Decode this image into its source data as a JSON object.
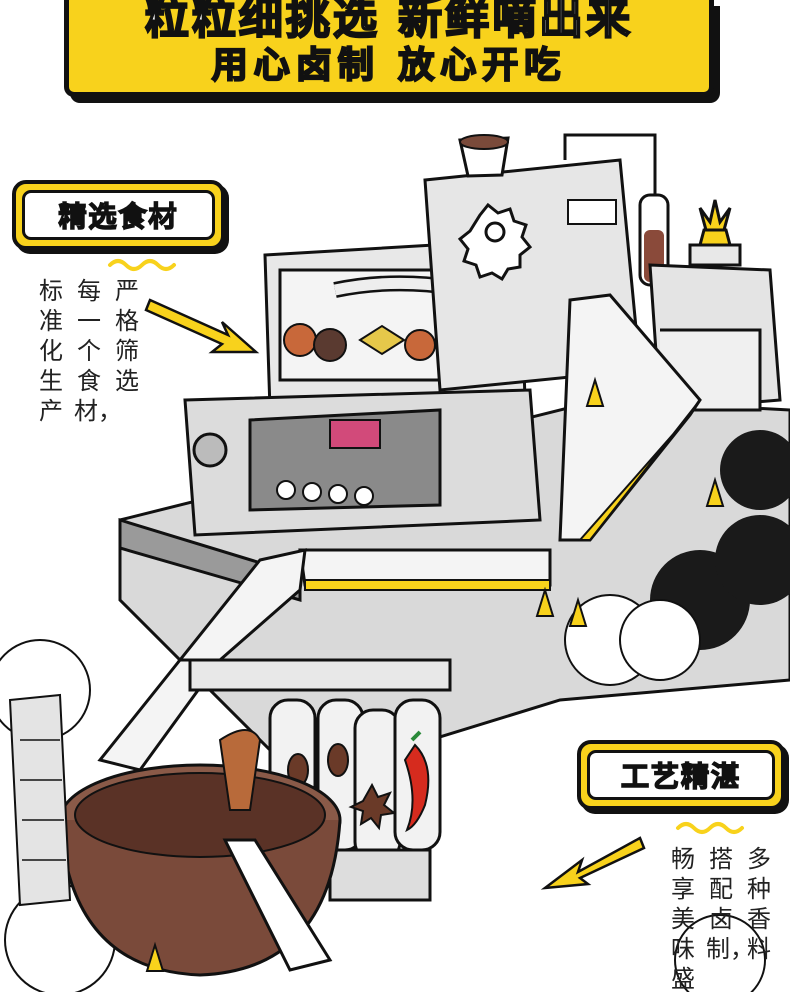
{
  "banner": {
    "line1": "粒粒细挑选 新鲜嘀出来",
    "line2": "用心卤制 放心开吃"
  },
  "sections": [
    {
      "title": "精选食材",
      "columns": [
        "严格筛选",
        "每一个食材，",
        "标准化生产"
      ]
    },
    {
      "title": "工艺精湛",
      "columns": [
        "多种香料",
        "搭配卤制，",
        "畅享美味盛"
      ]
    }
  ],
  "colors": {
    "accent_yellow": "#f8d21c",
    "outline": "#111111",
    "chili_red": "#d62b1e",
    "pot_brown": "#7a4a3a"
  },
  "icons": [
    "gear-icon",
    "trophy-icon",
    "chili-icon",
    "star-anise-icon",
    "traffic-cone-icon",
    "arrow-icon",
    "wave-icon"
  ]
}
